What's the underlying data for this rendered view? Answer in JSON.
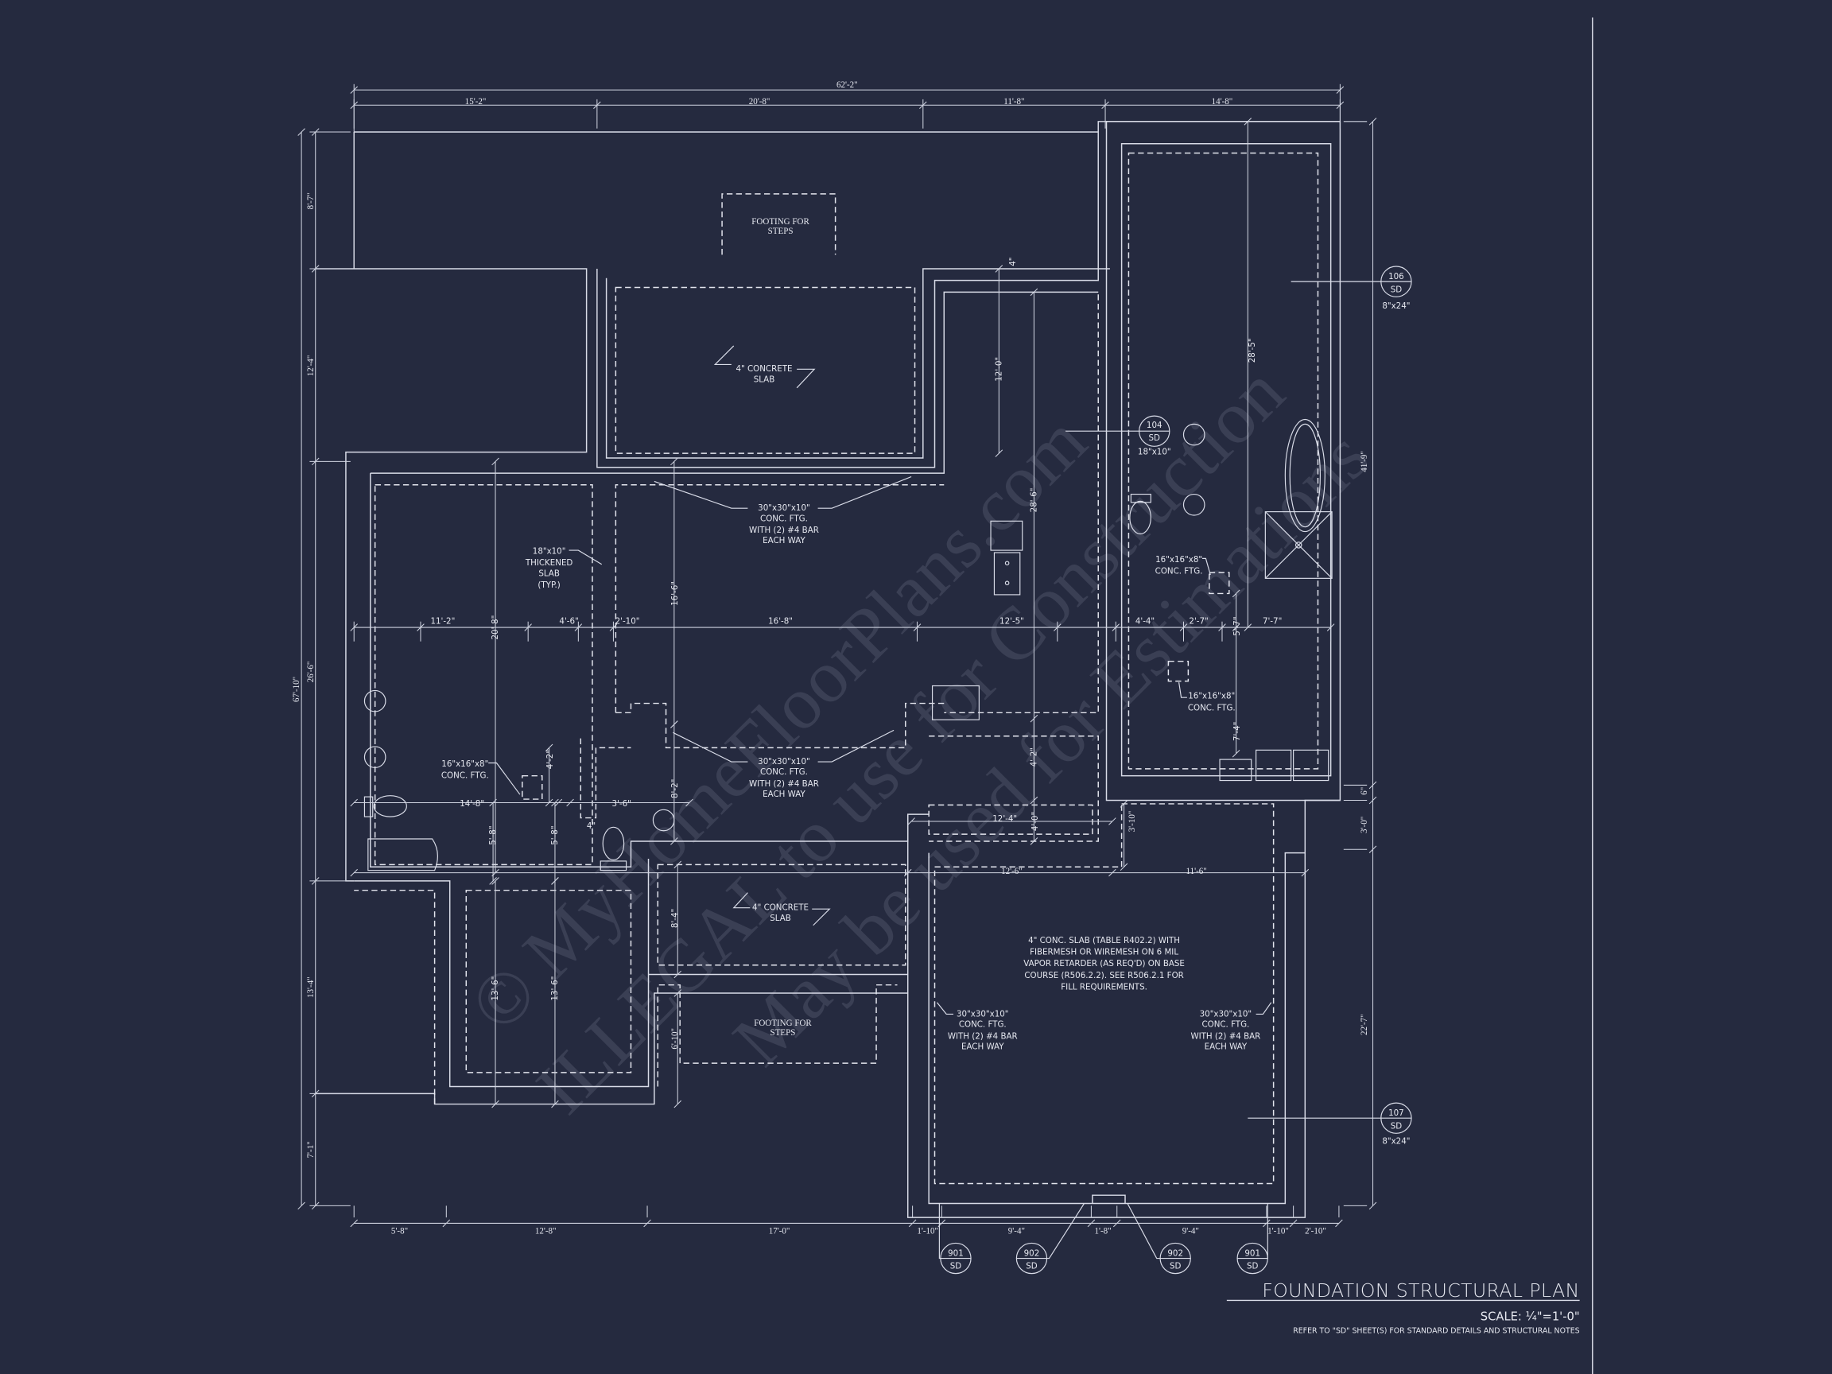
{
  "colors": {
    "background": "#252a3f",
    "linework": "#d9dce8"
  },
  "title": {
    "name": "FOUNDATION STRUCTURAL PLAN",
    "scale": "SCALE: ¼\"=1'-0\"",
    "refer": "REFER TO \"SD\" SHEET(S) FOR STANDARD DETAILS AND STRUCTURAL NOTES"
  },
  "watermark": [
    "© MyHomeFloorPlans.com",
    "ILLEGAL to use for Construction",
    "May be used for Estimations"
  ],
  "dims": {
    "top_overall": "62'-2\"",
    "top": [
      "15'-2\"",
      "20'-8\"",
      "11'-8\"",
      "14'-8\""
    ],
    "left_overall": "67'-10\"",
    "left": [
      "8'-7\"",
      "12'-4\"",
      "26'-6\"",
      "13'-4\"",
      "7'-1\""
    ],
    "bottom": [
      "5'-8\"",
      "12'-8\"",
      "17'-0\"",
      "1'-10\"",
      "9'-4\"",
      "1'-8\"",
      "9'-4\"",
      "1'-10\"",
      "2'-10\""
    ],
    "right": [
      "41'-9\"",
      "6\"",
      "3'-0\"",
      "22'-7\""
    ],
    "interior_row": [
      "11'-2\"",
      "4'-6\"",
      "2'-10\"",
      "16'-8\"",
      "12'-5\"",
      "4'-4\"",
      "2'-7\"",
      "7'-7\""
    ],
    "interior": {
      "d20_8": "20'-8\"",
      "d16_6": "16'-6\"",
      "d12_0": "12'-0\"",
      "d28_6": "28'-6\"",
      "d28_5": "28'-5\"",
      "d5_7": "5'-7\"",
      "d7_4": "7'-4\"",
      "d4_2a": "4'-2\"",
      "d8_2": "8'-2\"",
      "d4_2b": "4'-2\"",
      "d14_8": "14'-8\"",
      "d3_6": "3'-6\"",
      "d4a": "4\"",
      "d4b": "4\"",
      "d5_8a": "5'-8\"",
      "d5_8b": "5'-8\"",
      "d12_4": "12'-4\"",
      "d4_0": "4'-0\"",
      "d3_10": "3'-10\"",
      "d12_6": "12'-6\"",
      "d11_6": "11'-6\"",
      "d8_4": "8'-4\"",
      "d13_6a": "13'-6\"",
      "d13_6b": "13'-6\"",
      "d6_10": "6'-10\""
    }
  },
  "notes": {
    "footing_steps": [
      "FOOTING FOR",
      "STEPS"
    ],
    "concrete_slab": [
      "4\" CONCRETE",
      "SLAB"
    ],
    "ftg_30": [
      "30\"x30\"x10\"",
      "CONC. FTG.",
      "WITH (2) #4 BAR",
      "EACH WAY"
    ],
    "thickened": [
      "18\"x10\"",
      "THICKENED",
      "SLAB",
      "(TYP.)"
    ],
    "ftg_16": [
      "16\"x16\"x8\"",
      "CONC. FTG."
    ],
    "garage_slab": [
      "4\" CONC. SLAB (TABLE R402.2) WITH",
      "FIBERMESH OR WIREMESH ON 6 MIL",
      "VAPOR RETARDER (AS REQ'D) ON BASE",
      "COURSE (R506.2.2). SEE R506.2.1 FOR",
      "FILL REQUIREMENTS."
    ]
  },
  "callouts": [
    {
      "number": "106",
      "sheet": "SD",
      "size": "8\"x24\""
    },
    {
      "number": "104",
      "sheet": "SD",
      "size": "18\"x10\""
    },
    {
      "number": "107",
      "sheet": "SD",
      "size": "8\"x24\""
    },
    {
      "number": "901",
      "sheet": "SD"
    },
    {
      "number": "902",
      "sheet": "SD"
    },
    {
      "number": "902",
      "sheet": "SD"
    },
    {
      "number": "901",
      "sheet": "SD"
    }
  ]
}
